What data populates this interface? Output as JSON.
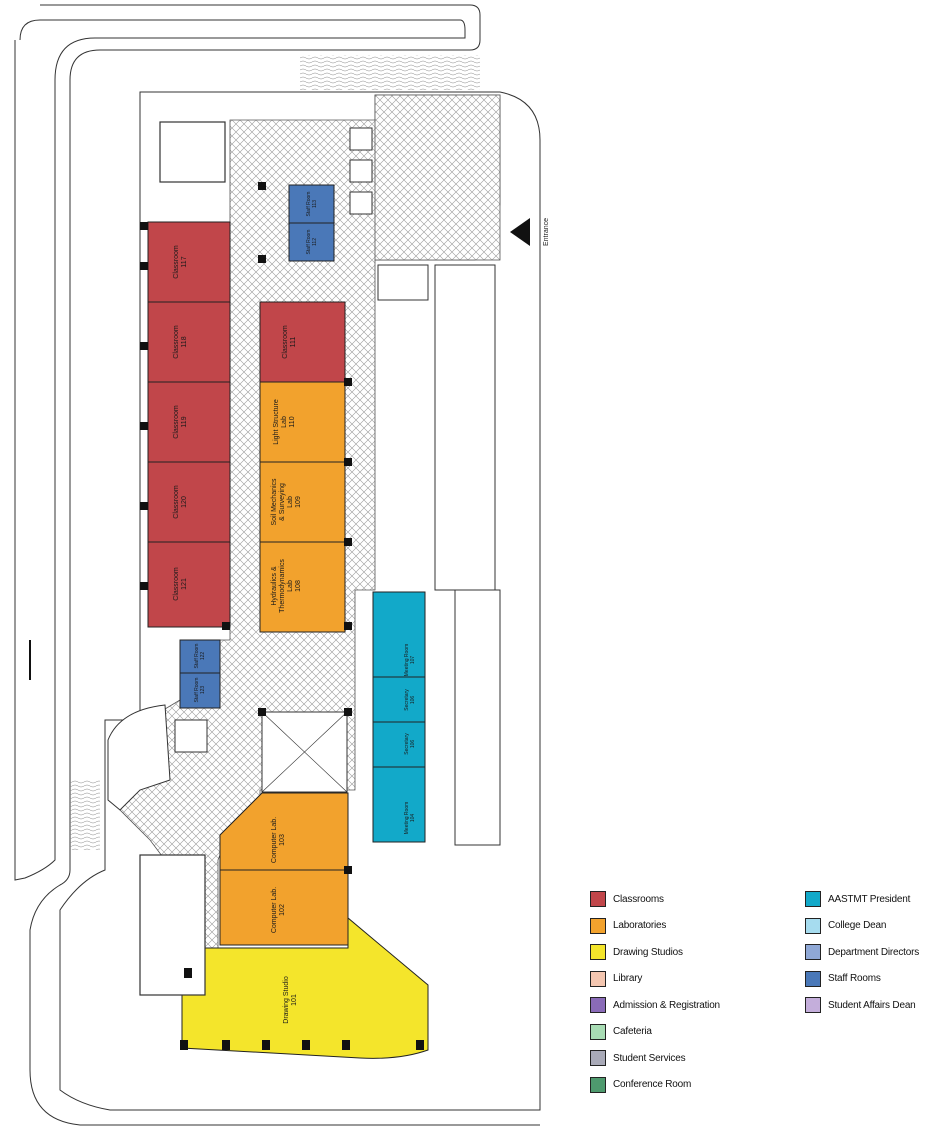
{
  "entrance_label": "Entrance",
  "colors": {
    "classroom": "#c1464a",
    "laboratory": "#f2a22d",
    "drawing_studio": "#f4e52b",
    "staff_room": "#4a78b8",
    "aastmt_president": "#12a9c9",
    "hatch": "#9a9a9a"
  },
  "rooms": {
    "r117": {
      "name": "Classroom",
      "number": "117"
    },
    "r116": {
      "name": "Classroom",
      "number": "118"
    },
    "r119": {
      "name": "Classroom",
      "number": "119"
    },
    "r120": {
      "name": "Classroom",
      "number": "120"
    },
    "r121": {
      "name": "Classroom",
      "number": "121"
    },
    "r111": {
      "name": "Classroom",
      "number": "111"
    },
    "r110": {
      "line1": "Light Structure",
      "line2": "Lab",
      "number": "110"
    },
    "r109": {
      "line1": "Soil Mechanics",
      "line2": "& Surveying",
      "line3": "Lab",
      "number": "109"
    },
    "r108": {
      "line1": "Hydraulics &",
      "line2": "Thermodynamics",
      "line3": "Lab",
      "number": "108"
    },
    "r113": {
      "name": "Staff Room",
      "number": "113"
    },
    "r112": {
      "name": "Staff Room",
      "number": "112"
    },
    "r122": {
      "name": "Staff Room",
      "number": "122"
    },
    "r123": {
      "name": "Staff Room",
      "number": "123"
    },
    "r107": {
      "name": "Meeting Room",
      "number": "107"
    },
    "r106": {
      "name": "Secretary",
      "number": "106"
    },
    "r105": {
      "name": "Secretary",
      "number": "106"
    },
    "r104": {
      "name": "Meeting Room",
      "number": "104"
    },
    "r103": {
      "name": "Computer Lab.",
      "number": "103"
    },
    "r102": {
      "name": "Computer Lab.",
      "number": "102"
    },
    "r101": {
      "name": "Drawing Studio",
      "number": "101"
    }
  },
  "legend": [
    {
      "label": "Classrooms",
      "color": "#c1464a"
    },
    {
      "label": "Laboratories",
      "color": "#f2a22d"
    },
    {
      "label": "Drawing Studios",
      "color": "#f4e52b"
    },
    {
      "label": "Library",
      "color": "#f4c6b0"
    },
    {
      "label": "Admission & Registration",
      "color": "#8a6bb8"
    },
    {
      "label": "Cafeteria",
      "color": "#a8dcb4"
    },
    {
      "label": "Student Services",
      "color": "#a9aab8"
    },
    {
      "label": "Conference Room",
      "color": "#4e9a6e"
    },
    {
      "label": "AASTMT President",
      "color": "#12a9c9"
    },
    {
      "label": "College Dean",
      "color": "#a6dcef"
    },
    {
      "label": "Department Directors",
      "color": "#8fa8d6"
    },
    {
      "label": "Staff Rooms",
      "color": "#4a78b8"
    },
    {
      "label": "Student Affairs Dean",
      "color": "#c4aedb"
    }
  ]
}
